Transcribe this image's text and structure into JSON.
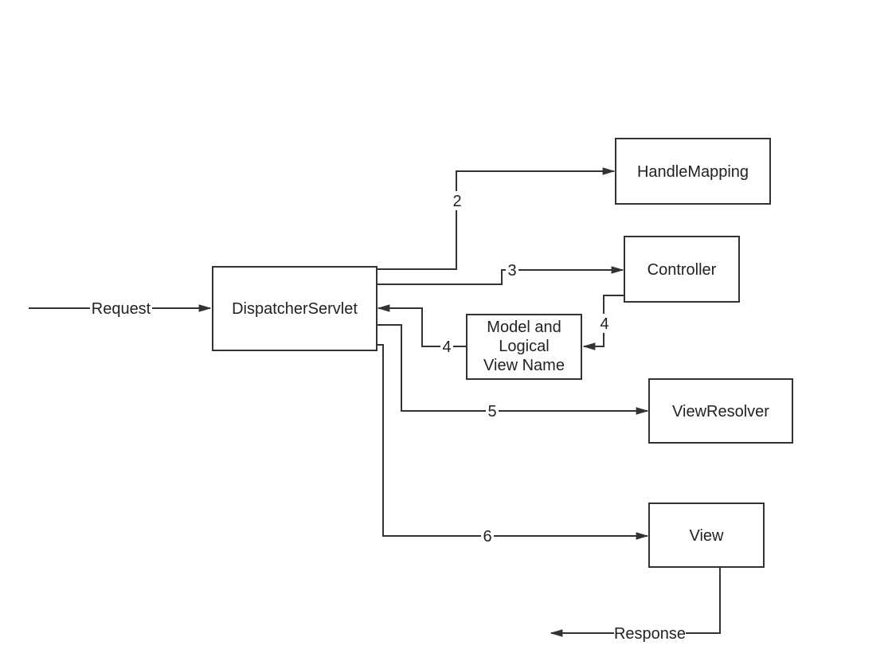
{
  "colors": {
    "stroke": "#333333",
    "text": "#222222",
    "background": "#ffffff"
  },
  "nodes": {
    "dispatcher": "DispatcherServlet",
    "handle_mapping": "HandleMapping",
    "controller": "Controller",
    "model_view": [
      "Model and",
      "Logical",
      "View Name"
    ],
    "view_resolver": "ViewResolver",
    "view": "View"
  },
  "edges": {
    "request": "Request",
    "to_handle_mapping": "2",
    "to_controller": "3",
    "controller_return": "4",
    "model_return": "4",
    "to_view_resolver": "5",
    "to_view": "6",
    "response": "Response"
  }
}
